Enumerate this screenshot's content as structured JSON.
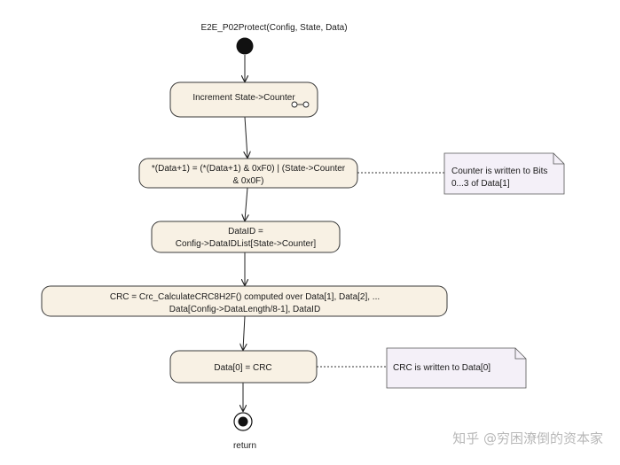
{
  "diagram": {
    "title": "E2E_P02Protect(Config, State, Data)",
    "actions": [
      {
        "id": "increment",
        "lines": [
          "Increment State->Counter"
        ]
      },
      {
        "id": "set-counter",
        "lines": [
          "*(Data+1) = (*(Data+1) & 0xF0) | (State->Counter",
          "& 0x0F)"
        ]
      },
      {
        "id": "dataid",
        "lines": [
          "DataID =",
          "Config->DataIDList[State->Counter]"
        ]
      },
      {
        "id": "crc-calc",
        "lines": [
          "CRC = Crc_CalculateCRC8H2F() computed over Data[1], Data[2], ...",
          "Data[Config->DataLength/8-1], DataID"
        ]
      },
      {
        "id": "crc-assign",
        "lines": [
          "Data[0] = CRC"
        ]
      }
    ],
    "notes": [
      {
        "id": "counter-note",
        "lines": [
          "Counter is written to Bits",
          "0...3 of Data[1]"
        ]
      },
      {
        "id": "crc-note",
        "lines": [
          "CRC is written to Data[0]"
        ]
      }
    ],
    "final_label": "return"
  },
  "watermark": "知乎 @穷困潦倒的资本家"
}
